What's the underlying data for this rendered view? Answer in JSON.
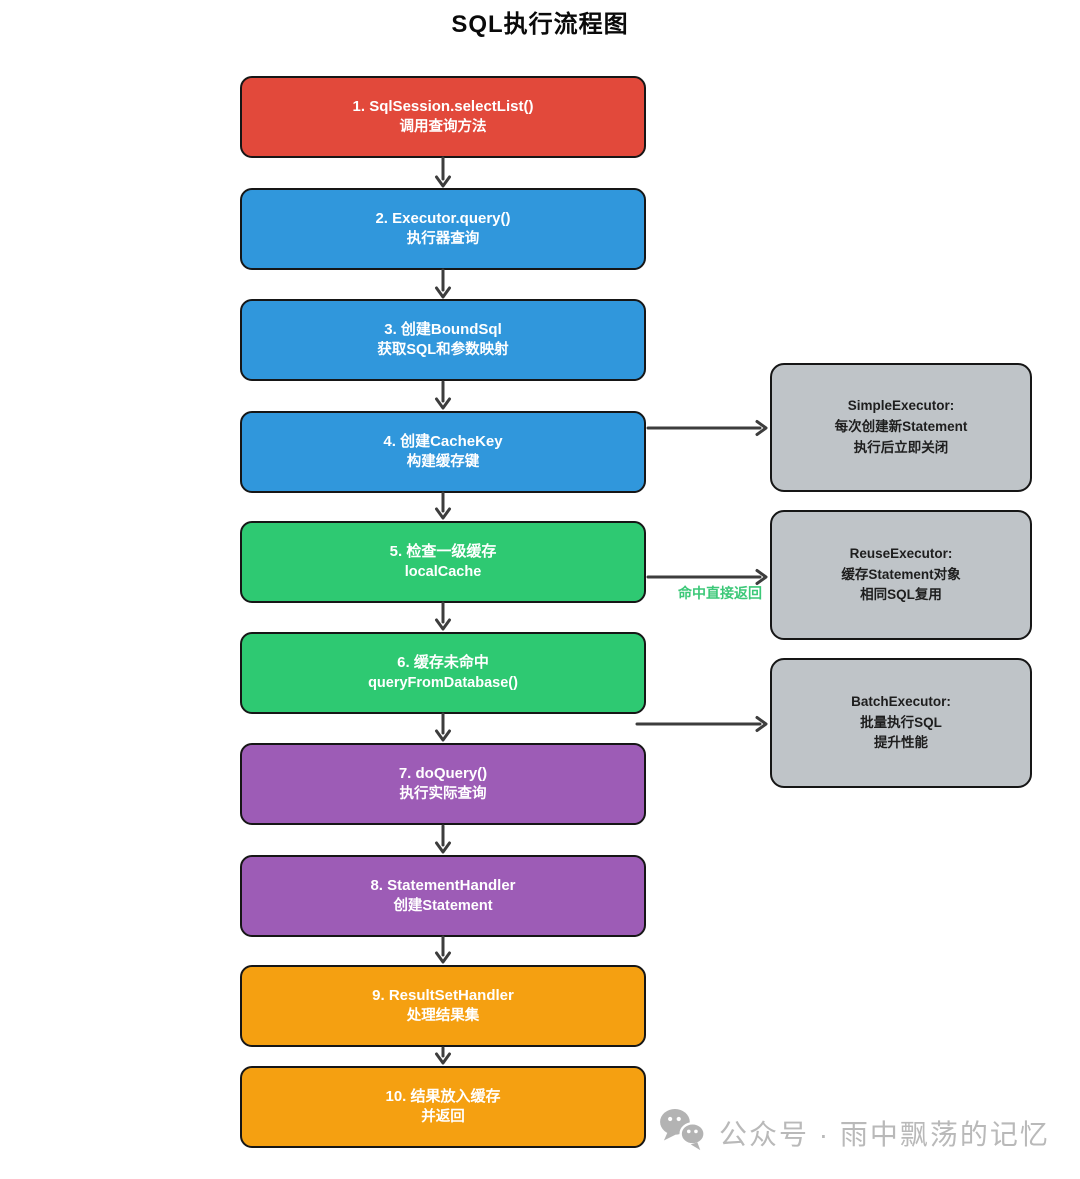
{
  "title": "SQL执行流程图",
  "flow": {
    "steps": [
      {
        "line1": "1. SqlSession.selectList()",
        "line2": "调用查询方法",
        "color": "#E2493B"
      },
      {
        "line1": "2. Executor.query()",
        "line2": "执行器查询",
        "color": "#3097DC"
      },
      {
        "line1": "3. 创建BoundSql",
        "line2": "获取SQL和参数映射",
        "color": "#3097DC"
      },
      {
        "line1": "4. 创建CacheKey",
        "line2": "构建缓存键",
        "color": "#3097DC"
      },
      {
        "line1": "5. 检查一级缓存",
        "line2": "localCache",
        "color": "#2EC972"
      },
      {
        "line1": "6. 缓存未命中",
        "line2": "queryFromDatabase()",
        "color": "#2EC972"
      },
      {
        "line1": "7. doQuery()",
        "line2": "执行实际查询",
        "color": "#9D5CB6"
      },
      {
        "line1": "8. StatementHandler",
        "line2": "创建Statement",
        "color": "#9D5CB6"
      },
      {
        "line1": "9. ResultSetHandler",
        "line2": "处理结果集",
        "color": "#F5A011"
      },
      {
        "line1": "10. 结果放入缓存",
        "line2": "并返回",
        "color": "#F5A011"
      }
    ]
  },
  "side_notes": [
    {
      "line1": "SimpleExecutor:",
      "line2": "每次创建新Statement",
      "line3": "执行后立即关闭"
    },
    {
      "line1": "ReuseExecutor:",
      "line2": "缓存Statement对象",
      "line3": "相同SQL复用"
    },
    {
      "line1": "BatchExecutor:",
      "line2": "批量执行SQL",
      "line3": "提升性能"
    }
  ],
  "edge_label": "命中直接返回",
  "watermark": {
    "icon": "wechat-icon",
    "text": "公众号 · 雨中飘荡的记忆"
  },
  "colors": {
    "step_red": "#E2493B",
    "step_blue": "#3097DC",
    "step_green": "#2EC972",
    "step_purple": "#9D5CB6",
    "step_orange": "#F5A011",
    "note_gray": "#BFC4C8",
    "box_border": "#161616",
    "arrow": "#3D3D3D",
    "edge_label_green": "#3CC878",
    "watermark_gray": "#B9B9B9",
    "title_black": "#0A0A0A"
  }
}
